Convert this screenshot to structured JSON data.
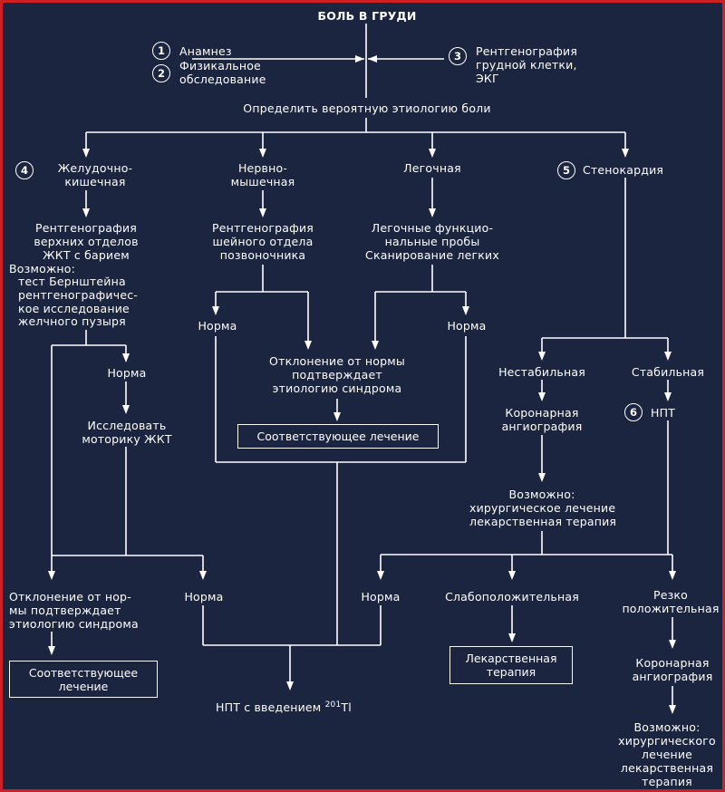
{
  "top": {
    "title": "БОЛЬ В ГРУДИ"
  },
  "steps": {
    "n1": "1",
    "anamnesis": "Анамнез",
    "n2": "2",
    "exam_l1": "Физикальное",
    "exam_l2": "обследование",
    "n3": "3",
    "xray_l1": "Рентгенография",
    "xray_l2": "грудной клетки,",
    "xray_l3": "ЭКГ",
    "determine": "Определить вероятную этиологию боли"
  },
  "branches": {
    "n4": "4",
    "gi_l1": "Желудочно-",
    "gi_l2": "кишечная",
    "nm_l1": "Нервно-",
    "nm_l2": "мышечная",
    "pulm": "Легочная",
    "n5": "5",
    "angina": "Стенокардия"
  },
  "gi": {
    "test_lines": [
      "Рентгенография",
      "верхних отделов",
      "ЖКТ с барием"
    ],
    "maybe_lines": [
      "Возможно:",
      "тест Бернштейна",
      "рентгенографичес-",
      "кое исследование",
      "желчного пузыря"
    ],
    "norm": "Норма",
    "motility_lines": [
      "Исследовать",
      "моторику ЖКТ"
    ],
    "abn_lines": [
      "Отклонение от нор-",
      "мы подтверждает",
      "этиологию синдрома"
    ],
    "norm2": "Норма",
    "treatment_lines": [
      "Соответствующее",
      "лечение"
    ]
  },
  "nm": {
    "test_lines": [
      "Рентгенография",
      "шейного отдела",
      "позвоночника"
    ],
    "norm": "Норма"
  },
  "pulm": {
    "test_lines": [
      "Легочные функцио-",
      "нальные пробы",
      "Сканирование легких"
    ],
    "norm": "Норма"
  },
  "center": {
    "abn_lines": [
      "Отклонение от нормы",
      "подтверждает",
      "этиологию синдрома"
    ],
    "treatment": "Соответствующее лечение"
  },
  "angina": {
    "unstable": "Нестабильная",
    "stable": "Стабильная",
    "angio_lines": [
      "Коронарная",
      "ангиография"
    ],
    "n6": "6",
    "npt": "НПТ",
    "maybe_lines": [
      "Возможно:",
      "хирургическое лечение",
      "лекарственная терапия"
    ]
  },
  "bottom": {
    "norm": "Норма",
    "weak": "Слабоположительная",
    "strong_lines": [
      "Резко",
      "положительная"
    ],
    "drug_lines": [
      "Лекарственная",
      "терапия"
    ],
    "angio_lines": [
      "Коронарная",
      "ангиография"
    ],
    "maybe_lines": [
      "Возможно:",
      "хирургического",
      "лечение",
      "лекарственная",
      "терапия"
    ],
    "npt_prefix": "НПТ с введением ",
    "npt_sup": "201",
    "npt_suffix": "Tl"
  }
}
